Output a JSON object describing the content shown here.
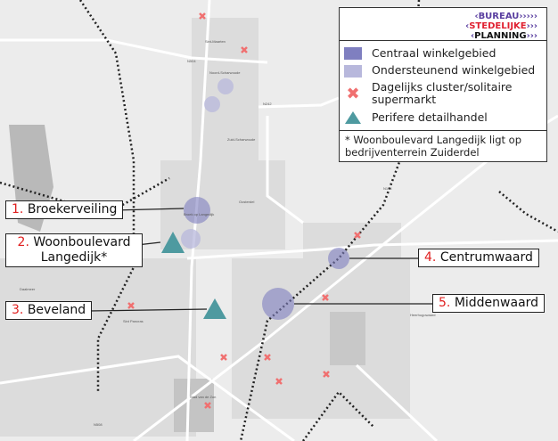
{
  "logo": {
    "line1": "BUREAU",
    "line2": "STEDELIJKE",
    "line3": "PLANNING"
  },
  "legend": {
    "items": [
      {
        "label": "Centraal winkelgebied",
        "color": "#7f7fc0"
      },
      {
        "label": "Ondersteunend winkelgebied",
        "color": "#b8b8dc"
      },
      {
        "label": "Dagelijks cluster/solitaire supermarkt",
        "color": "#f07070"
      },
      {
        "label": "Perifere detailhandel",
        "color": "#4e9aa0"
      }
    ],
    "note": "* Woonboulevard Langedijk ligt op bedrijventerrein Zuiderdel"
  },
  "labels": [
    {
      "num": "1.",
      "name": "Broekerveiling"
    },
    {
      "num": "2.",
      "name": "Woonboulevard Langedijk*"
    },
    {
      "num": "3.",
      "name": "Beveland"
    },
    {
      "num": "4.",
      "name": "Centrumwaard"
    },
    {
      "num": "5.",
      "name": "Middenwaard"
    }
  ],
  "place_names": [
    "Sint-Maarten",
    "N504",
    "Noord-Scharwoude",
    "N242",
    "Zuid-Scharwoude",
    "Broek op Langedijk",
    "Oosterdel",
    "N194",
    "Daalmeer",
    "Sint Pancras",
    "N508",
    "Heerhugowaard",
    "Stad van de Zon"
  ]
}
